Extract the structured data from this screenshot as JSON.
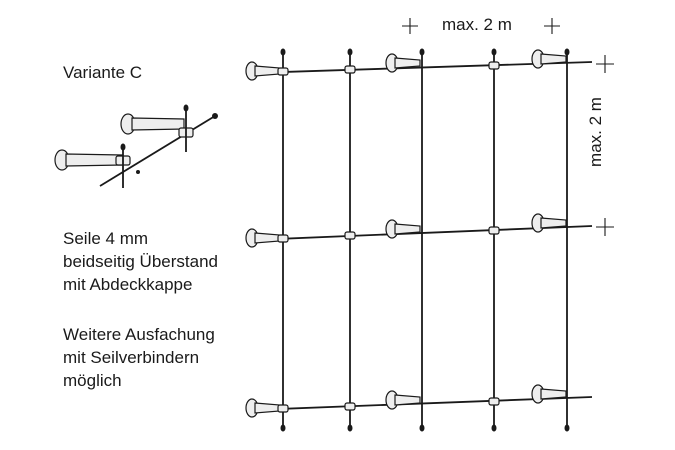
{
  "title": "Variante C",
  "notes": {
    "rope": [
      "Seile 4 mm",
      "beidseitig Überstand",
      "mit Abdeckkappe"
    ],
    "extension": [
      "Weitere Ausfachung",
      "mit Seilverbindern",
      "möglich"
    ]
  },
  "dimensions": {
    "horizontal": "max. 2 m",
    "vertical": "max. 2 m"
  }
}
